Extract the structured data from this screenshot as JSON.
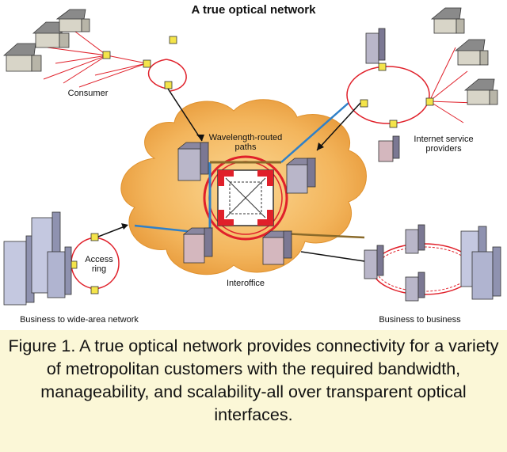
{
  "title": "A true optical network",
  "labels": {
    "consumer": "Consumer",
    "wavelength_routed_paths": "Wavelength-routed\npaths",
    "internet_service_providers": "Internet service\nproviders",
    "access_ring": "Access\nring",
    "interoffice": "Interoffice",
    "business_to_wide_area": "Business to wide-area network",
    "business_to_business": "Business to business"
  },
  "caption": "Figure 1. A true optical network provides connectivity for a variety of metropolitan customers with the required bandwidth, manageability, and scalability-all over transparent optical interfaces.",
  "colors": {
    "cloud": "#f2b458",
    "cloud_edge": "#e59a3a",
    "fiber_red": "#e0202a",
    "blue_path": "#2f80c8",
    "node_yellow": "#f4e44a",
    "caption_bg": "#fbf7d7"
  }
}
